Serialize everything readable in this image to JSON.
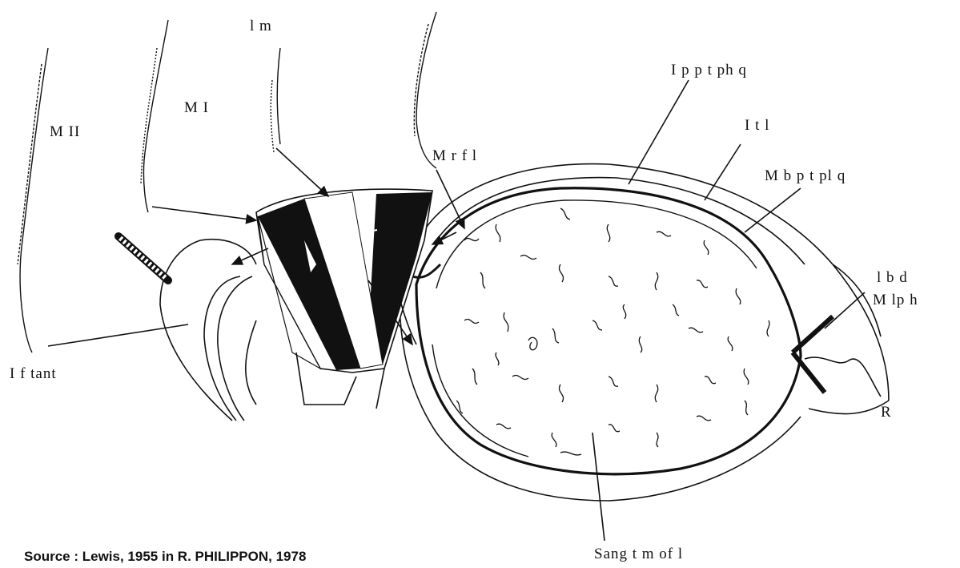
{
  "labels": {
    "m_ii": "M   II",
    "m_i": "M   I",
    "l_m": "l   m",
    "m_rfl": "M  r f l",
    "i_f_tant": "I        f  tant",
    "l_p_pt_phq": "I  p      p   t   ph q",
    "l_t_l": "I        t       l",
    "m_b_p_t_plq": "M      b         p   t  pl q",
    "l_b_d": "l   b     d",
    "m_lp_h": "M  lp   h",
    "r": "R",
    "sang": "Sang  t m    of l"
  },
  "source": "Source : Lewis, 1955 in R. PHILIPPON, 1978",
  "colors": {
    "ink": "#111111",
    "paper": "#ffffff"
  }
}
